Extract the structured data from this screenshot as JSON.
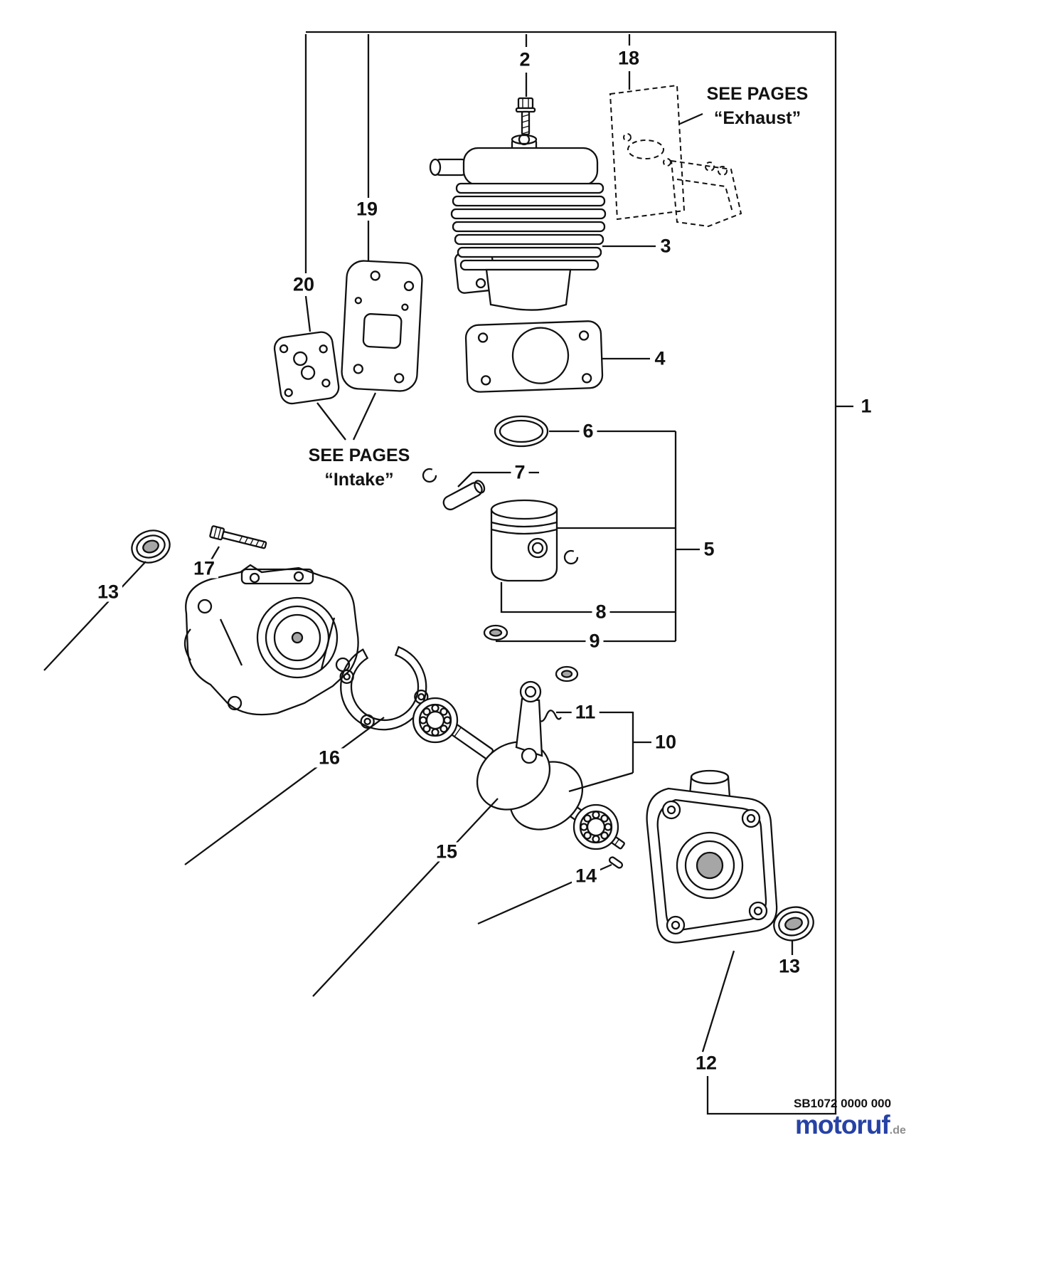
{
  "callouts": {
    "n1": "1",
    "n2": "2",
    "n3": "3",
    "n4": "4",
    "n5": "5",
    "n6": "6",
    "n7": "7",
    "n8": "8",
    "n9": "9",
    "n10": "10",
    "n11": "11",
    "n12": "12",
    "n13_left": "13",
    "n13_right": "13",
    "n14": "14",
    "n15": "15",
    "n16": "16",
    "n17": "17",
    "n18": "18",
    "n19": "19",
    "n20": "20"
  },
  "notes": {
    "exhaust_line1": "SEE PAGES",
    "exhaust_line2": "“Exhaust”",
    "intake_line1": "SEE PAGES",
    "intake_line2": "“Intake”"
  },
  "footer": {
    "part_code": "SB1072 0000 000",
    "brand": "motoruf",
    "brand_suffix": ".de"
  },
  "colors": {
    "line": "#111111",
    "brand_blue": "#2742a5",
    "brand_gray": "#8e8e8e"
  }
}
